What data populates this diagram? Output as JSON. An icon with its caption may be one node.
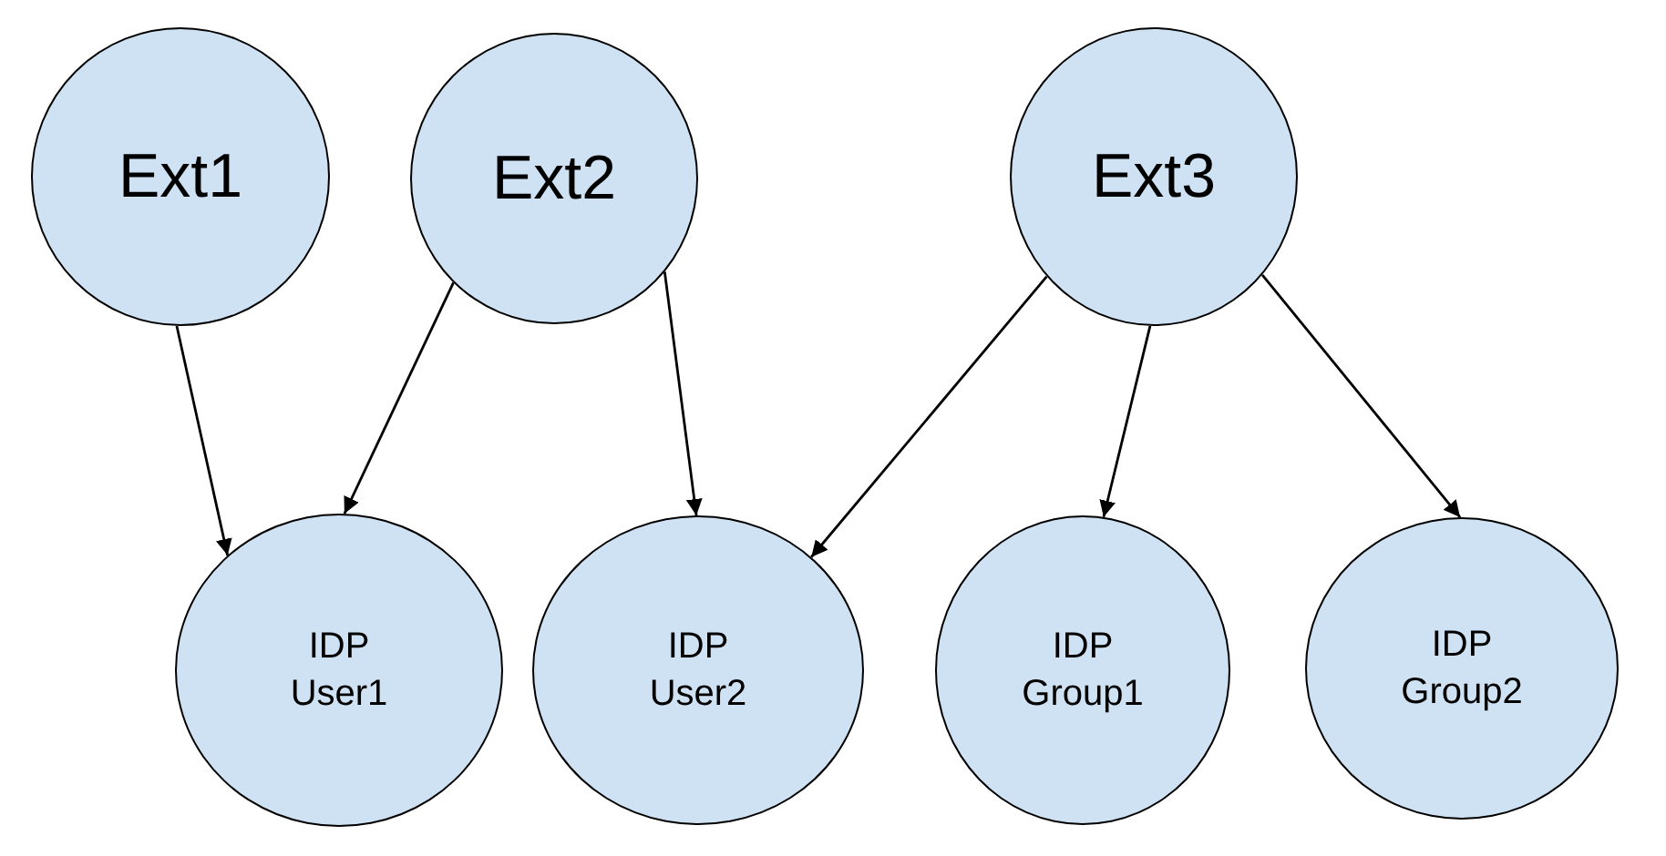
{
  "diagram": {
    "nodes": [
      {
        "text": [
          "Ext1"
        ]
      },
      {
        "text": [
          "Ext2"
        ]
      },
      {
        "text": [
          "Ext3"
        ]
      },
      {
        "text": [
          "IDP User1"
        ]
      },
      {
        "text": [
          "IDP User2"
        ]
      },
      {
        "text": [
          "IDP Group1"
        ]
      },
      {
        "text": [
          "IDP Group2"
        ]
      }
    ],
    "edges": [
      {
        "from": 0,
        "to": 3,
        "arrow": "to"
      },
      {
        "from": 1,
        "to": 3,
        "arrow": "to"
      },
      {
        "from": 1,
        "to": 4,
        "arrow": "to"
      },
      {
        "from": 2,
        "to": 4,
        "arrow": "to"
      },
      {
        "from": 2,
        "to": 5,
        "arrow": "to"
      },
      {
        "from": 2,
        "to": 6,
        "arrow": "to"
      }
    ]
  }
}
